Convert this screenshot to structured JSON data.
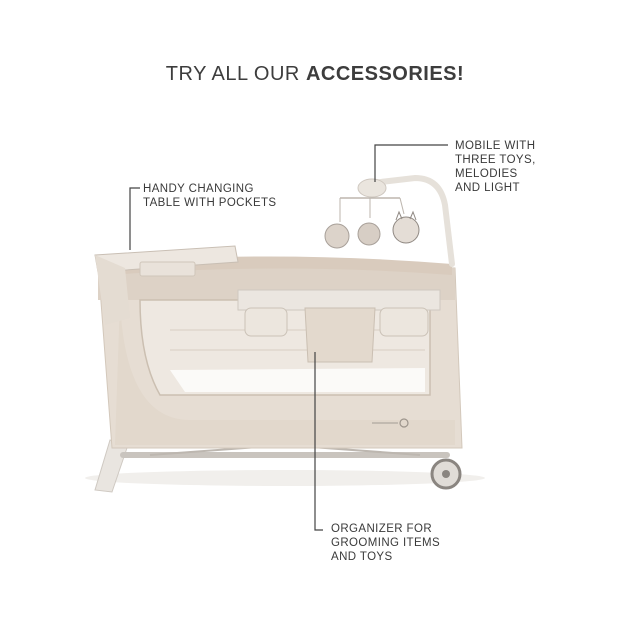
{
  "heading": {
    "prefix": "TRY ALL OUR ",
    "emphasis": "ACCESSORIES!"
  },
  "callouts": {
    "changing_table": [
      "HANDY CHANGING",
      "TABLE WITH POCKETS"
    ],
    "mobile": [
      "MOBILE WITH",
      "THREE TOYS,",
      "MELODIES",
      "AND LIGHT"
    ],
    "organizer": [
      "ORGANIZER FOR",
      "GROOMING ITEMS",
      "AND TOYS"
    ]
  },
  "colors": {
    "fabric": "#e6ddd3",
    "fabric_dark": "#d6cabd",
    "frame": "#ece8e3",
    "line": "#444444"
  }
}
